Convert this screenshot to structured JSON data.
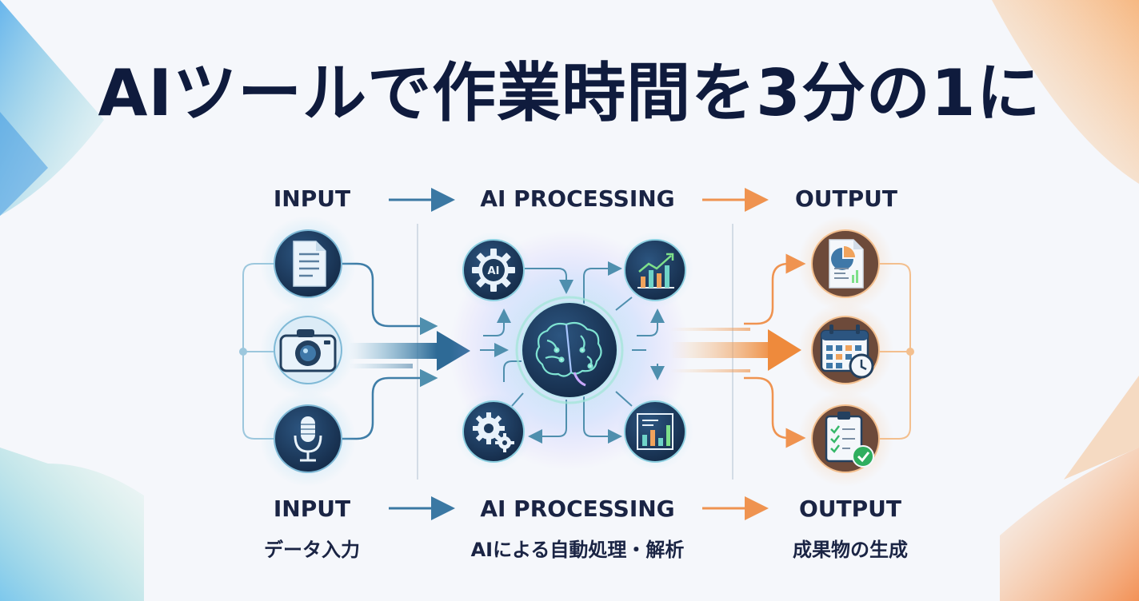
{
  "title": "AIツールで作業時間を3分の1に",
  "stages_top": {
    "input": "INPUT",
    "processing": "AI PROCESSING",
    "output": "OUTPUT"
  },
  "stages_bottom": {
    "input": "INPUT",
    "input_sub": "データ入力",
    "processing": "AI PROCESSING",
    "processing_sub": "AIによる自動処理・解析",
    "output": "OUTPUT",
    "output_sub": "成果物の生成"
  },
  "nodes": {
    "inputs": [
      "document-icon",
      "camera-icon",
      "microphone-icon"
    ],
    "processing": [
      "ai-gear-icon",
      "rising-chart-icon",
      "brain-icon",
      "gears-icon",
      "bar-chart-icon"
    ],
    "ai_badge": "AI",
    "outputs": [
      "report-icon",
      "calendar-clock-icon",
      "checklist-icon"
    ]
  },
  "colors": {
    "navy": "#1b3557",
    "input_accent": "#5aa7c9",
    "processing_accent": "#6fd3c8",
    "output_accent": "#f0a35c",
    "title": "#0f1b3d"
  }
}
